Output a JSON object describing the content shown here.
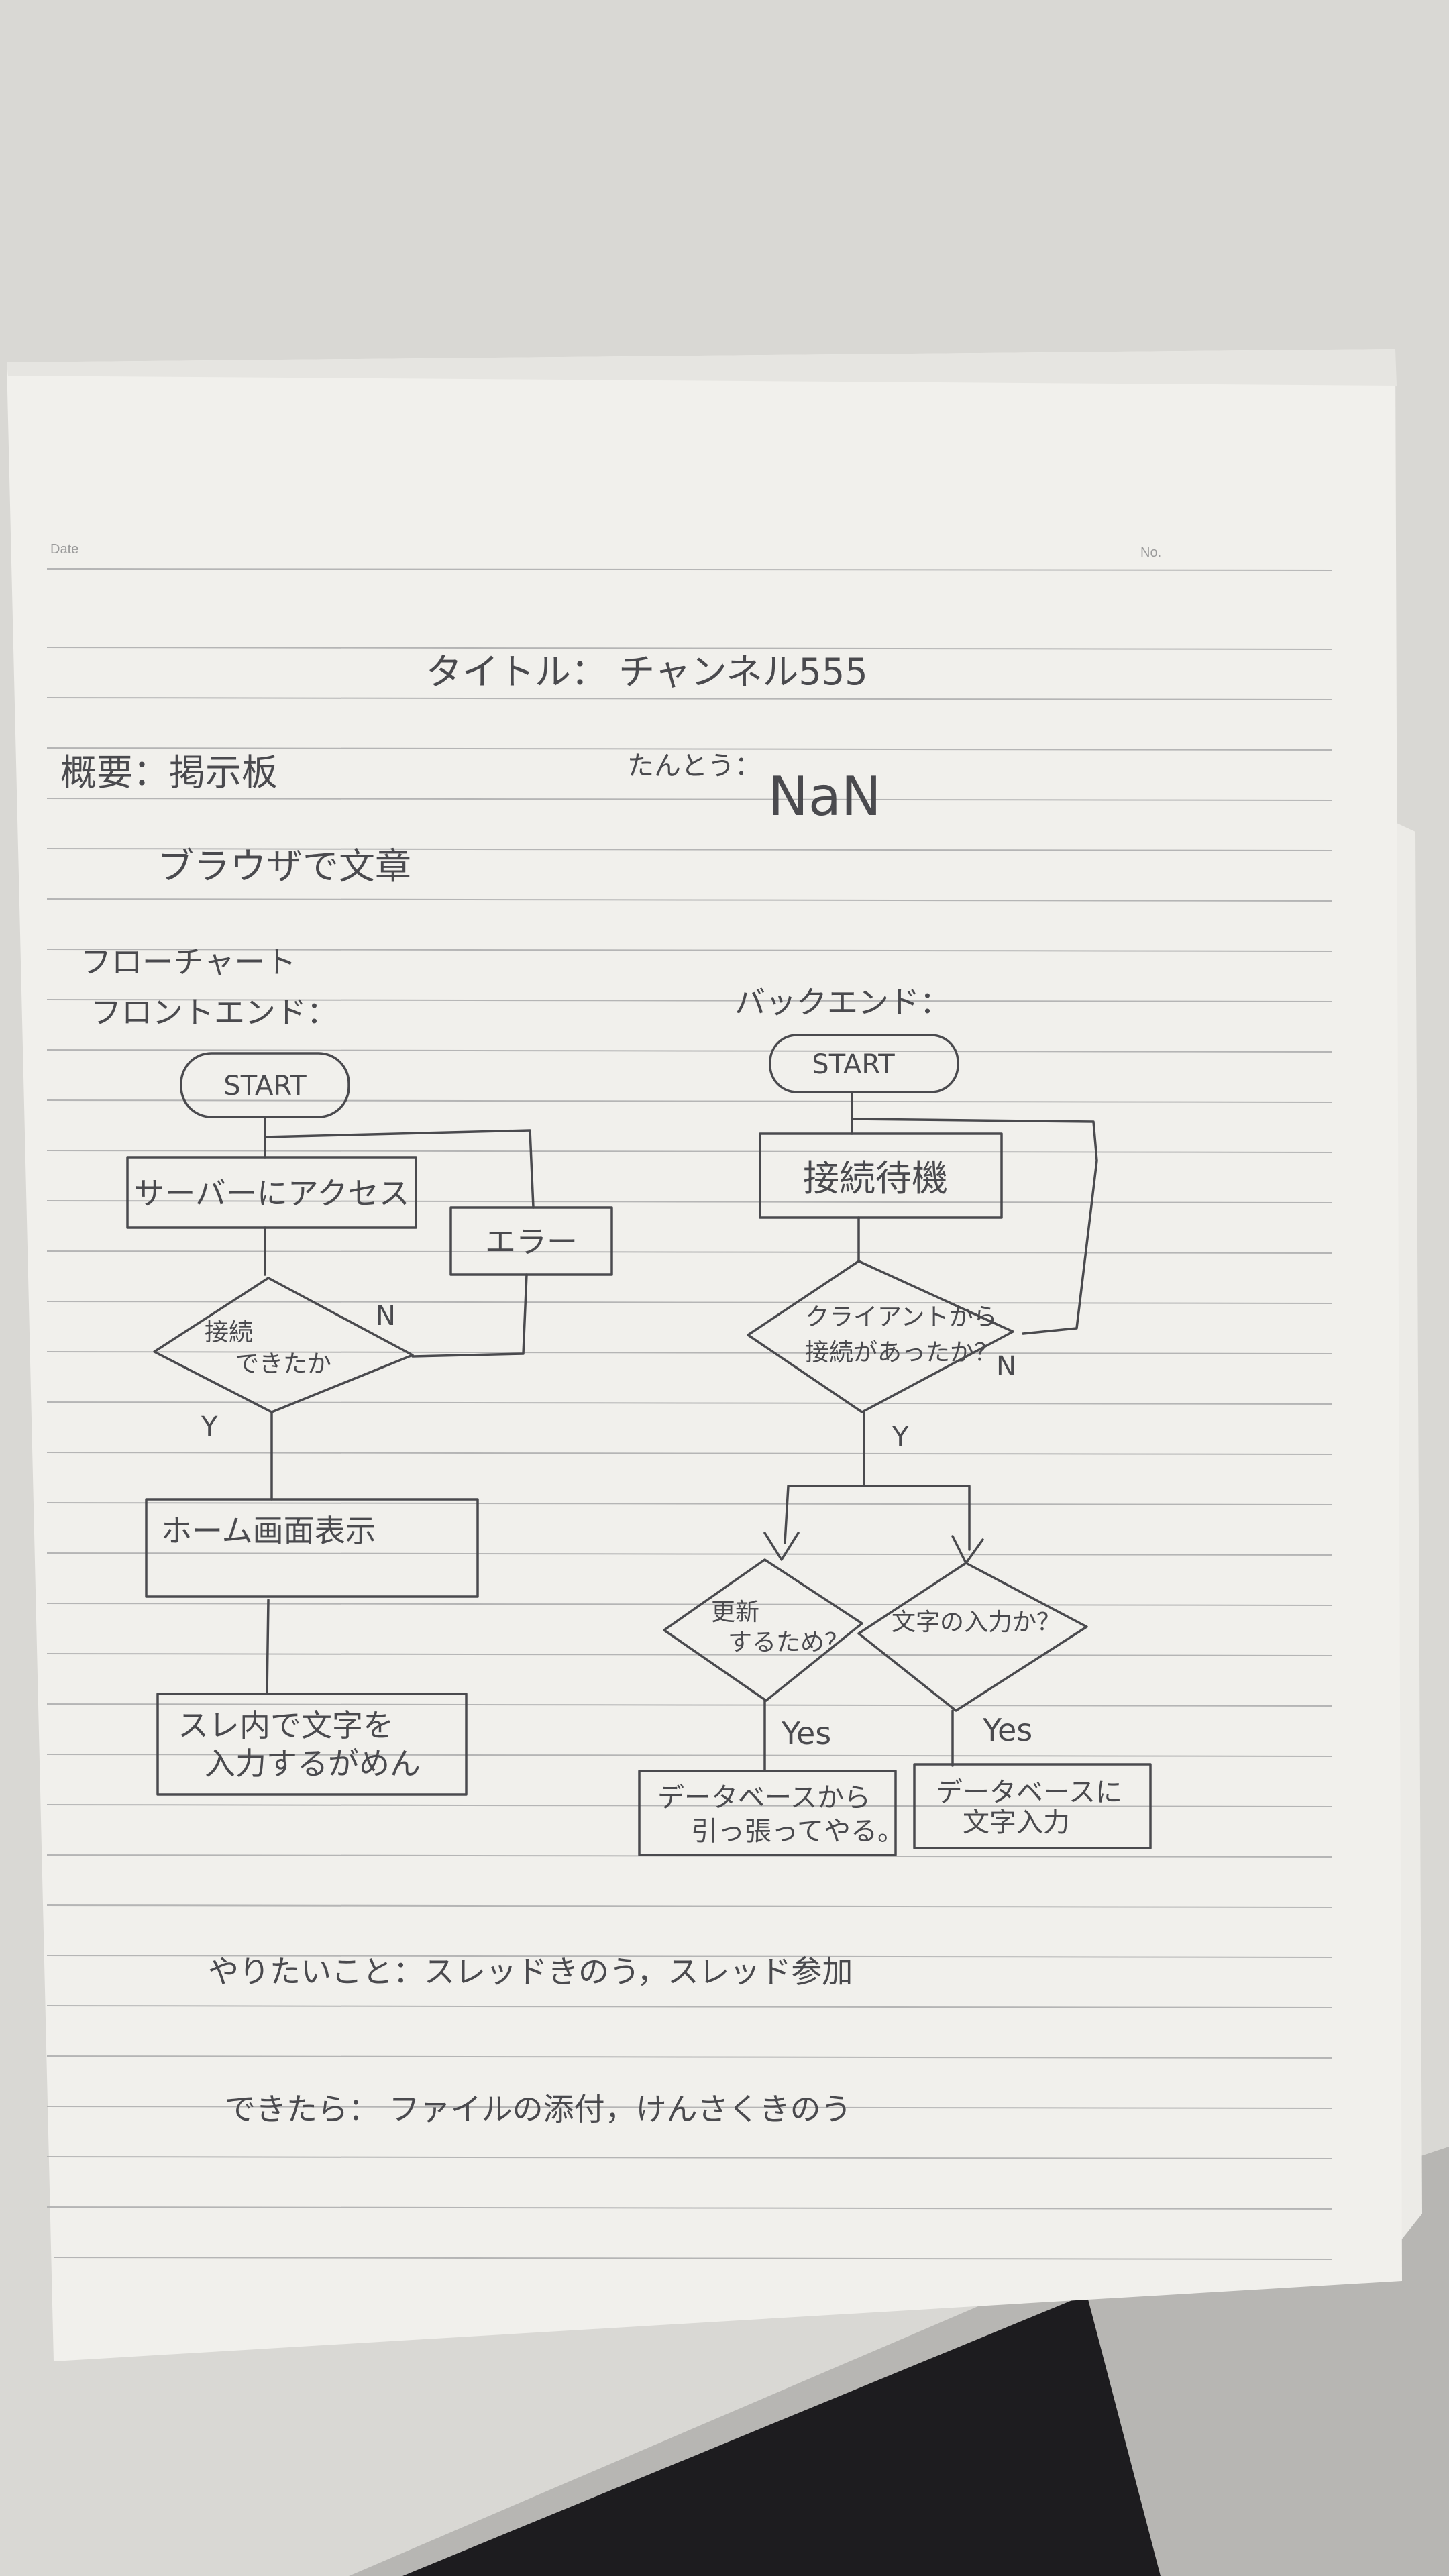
{
  "printed": {
    "date_label": "Date",
    "no_label": "No."
  },
  "notes": {
    "title": "タイトル： チャンネル555",
    "overview": "概要：掲示板",
    "owner_label": "たんとう：",
    "owner_value": "NaN",
    "description": "ブラウザで文章",
    "flowchart_heading": "フローチャート",
    "wish": "やりたいこと：スレッドきのう，スレッド参加",
    "if_possible": "できたら： ファイルの添付，けんさくきのう"
  },
  "frontend": {
    "label": "フロントエンド：",
    "start": "START",
    "access": "サーバーにアクセス",
    "error": "エラー",
    "decision_line1": "接続",
    "decision_line2": "できたか",
    "no": "N",
    "yes": "Y",
    "home": "ホーム画面表示",
    "input_line1": "スレ内で文字を",
    "input_line2": "入力するがめん"
  },
  "backend": {
    "label": "バックエンド：",
    "start": "START",
    "wait": "接続待機",
    "decision_line1": "クライアントから",
    "decision_line2": "接続があったか？",
    "no": "N",
    "yes": "Y",
    "update_line1": "更新",
    "update_line2": "するため？",
    "text_input_q": "文字の入力か？",
    "yes_left": "Yes",
    "yes_right": "Yes",
    "db_fetch_line1": "データベースから",
    "db_fetch_line2": "引っ張ってやる。",
    "db_write_line1": "データベースに",
    "db_write_line2": "文字入力"
  }
}
